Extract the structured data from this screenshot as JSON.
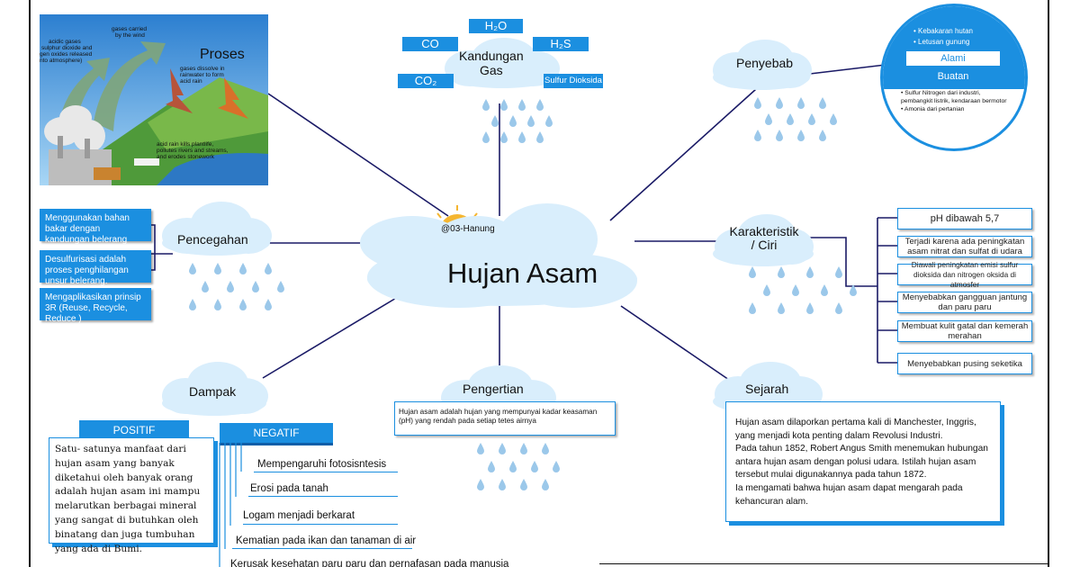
{
  "watermark": "@03-Hanung",
  "center": {
    "title": "Hujan Asam"
  },
  "proses": {
    "label": "Proses",
    "img_texts": {
      "acid": "acidic gases\nsulphur dioxide and\nnitrogen oxides released\ninto atmosphere)",
      "carried": "gases carried\nby the wind",
      "dissolve": "gases dissolve in\nrainwater to form\nacid rain",
      "kills": "acid rain kills plantlife,\npollutes rivers and streams,\nand erodes stonework"
    }
  },
  "kandungan": {
    "label": "Kandungan\nGas",
    "gases": [
      "H₂O",
      "CO",
      "H₂S",
      "CO₂",
      "Sulfur Dioksida"
    ]
  },
  "penyebab": {
    "label": "Penyebab",
    "alami_title": "Alami",
    "alami_items": [
      "Kebakaran hutan",
      "Letusan gunung"
    ],
    "buatan_title": "Buatan",
    "buatan_items": [
      "Sulfur Nitrogen dari industri, pembangkit listrik, kendaraan bermotor",
      "Amonia dari pertanian"
    ]
  },
  "pencegahan": {
    "label": "Pencegahan",
    "items": [
      "Menggunakan bahan bakar dengan kandungan belerang rendah",
      "Desulfurisasi adalah proses penghilangan unsur belerang.",
      "Mengaplikasikan prinsip 3R (Reuse, Recycle, Reduce )"
    ]
  },
  "karakteristik": {
    "label": "Karakteristik\n/ Ciri",
    "items": [
      "pH dibawah  5,7",
      "Terjadi karena ada peningkatan asam nitrat dan sulfat di udara",
      "Diawali peningkatan emisi sulfur dioksida dan nitrogen oksida di atmosfer",
      "Menyebabkan gangguan jantung dan paru paru",
      "Membuat kulit gatal dan kemerah merahan",
      "Menyebabkan pusing seketika"
    ]
  },
  "dampak": {
    "label": "Dampak",
    "positif_title": "POSITIF",
    "positif_text": "Satu- satunya manfaat dari hujan asam yang banyak diketahui oleh banyak orang adalah hujan asam ini mampu melarutkan berbagai mineral yang sangat di butuhkan oleh binatang dan juga tumbuhan yang ada di Bumi.",
    "negatif_title": "NEGATIF",
    "negatif_items": [
      "Mempengaruhi fotosisntesis",
      "Erosi pada tanah",
      "Logam menjadi berkarat",
      "Kematian pada ikan dan tanaman di air",
      "Kerusak kesehatan paru paru dan pernafasan pada manusia"
    ]
  },
  "pengertian": {
    "label": "Pengertian",
    "text": "Hujan asam adalah hujan yang mempunyai kadar keasaman (pH) yang rendah pada setiap tetes airnya"
  },
  "sejarah": {
    "label": "Sejarah",
    "text": "Hujan asam dilaporkan pertama kali di Manchester, Inggris, yang menjadi kota penting dalam Revolusi Industri.\nPada tahun 1852, Robert Angus Smith menemukan hubungan antara hujan asam dengan polusi udara. Istilah hujan asam tersebut mulai digunakannya pada tahun 1872.\nIa mengamati bahwa hujan asam dapat mengarah pada kehancuran alam."
  },
  "colors": {
    "accent": "#1b8fe0",
    "cloud": "#d9eefc",
    "drop": "#9bc8ea",
    "sun": "#f5b630"
  }
}
